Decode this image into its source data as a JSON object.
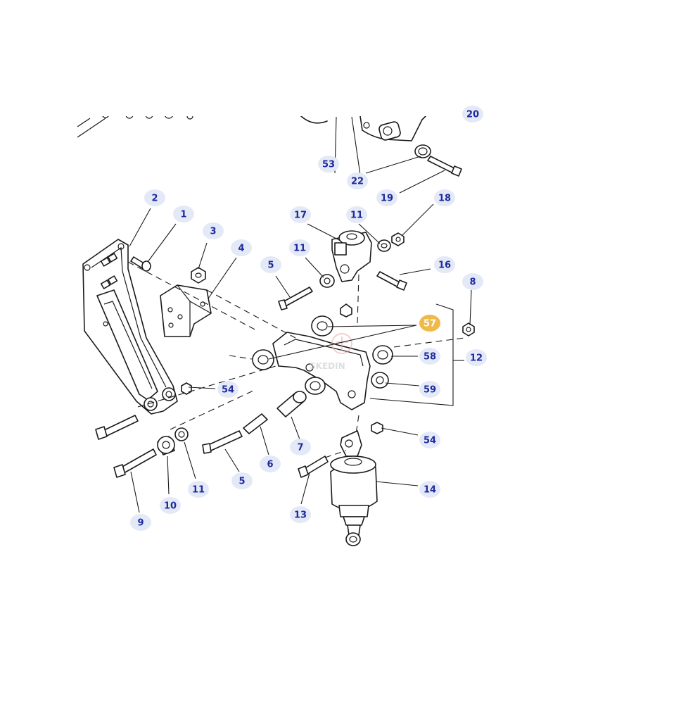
{
  "callouts": {
    "c53": "53",
    "c22": "22",
    "c20": "20",
    "c19": "19",
    "c18": "18",
    "c2": "2",
    "c1": "1",
    "c3": "3",
    "c4": "4",
    "c17": "17",
    "c11a": "11",
    "c11b": "11",
    "c5a": "5",
    "c16": "16",
    "c8": "8",
    "c57": "57",
    "c58": "58",
    "c12": "12",
    "c59": "59",
    "c54a": "54",
    "c54b": "54",
    "c7": "7",
    "c14": "14",
    "c9": "9",
    "c10": "10",
    "c11c": "11",
    "c5b": "5",
    "c6": "6",
    "c13": "13"
  },
  "colors": {
    "callout_fill": "#e3e9f7",
    "callout_text": "#1e2a9e",
    "highlight_fill": "#f0b949",
    "highlight_text": "#ffffff",
    "line": "#1a1a1a"
  },
  "highlighted_part": "57",
  "watermark": {
    "text": "SKEDIN"
  }
}
